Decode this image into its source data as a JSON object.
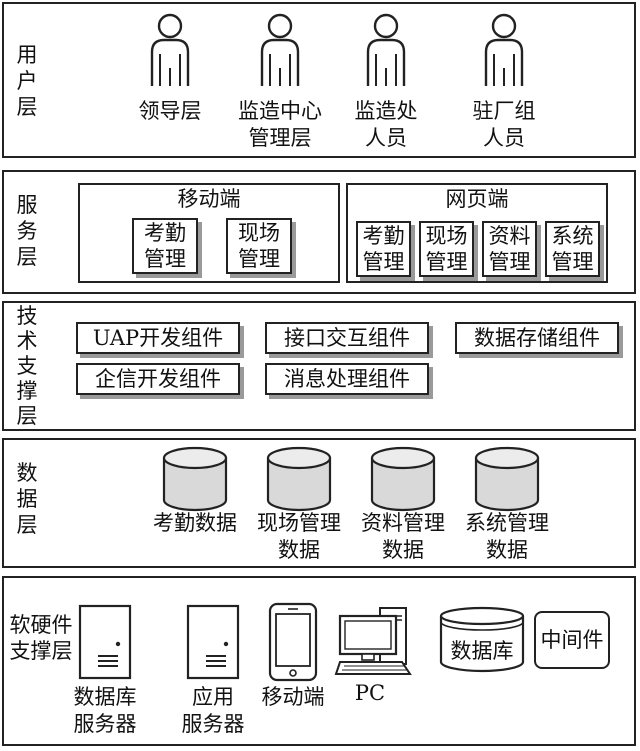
{
  "user_layer": {
    "label": [
      "用",
      "户",
      "层"
    ],
    "users": [
      {
        "lines": [
          "领导层"
        ]
      },
      {
        "lines": [
          "监造中心",
          "管理层"
        ]
      },
      {
        "lines": [
          "监造处",
          "人员"
        ]
      },
      {
        "lines": [
          "驻厂组",
          "人员"
        ]
      }
    ]
  },
  "service_layer": {
    "label": [
      "服",
      "务",
      "层"
    ],
    "mobile": {
      "title": "移动端",
      "modules": [
        [
          "考勤",
          "管理"
        ],
        [
          "现场",
          "管理"
        ]
      ]
    },
    "web": {
      "title": "网页端",
      "modules": [
        [
          "考勤",
          "管理"
        ],
        [
          "现场",
          "管理"
        ],
        [
          "资料",
          "管理"
        ],
        [
          "系统",
          "管理"
        ]
      ]
    }
  },
  "tech_layer": {
    "label": [
      "技",
      "术",
      "支",
      "撑",
      "层"
    ],
    "components": [
      "UAP开发组件",
      "接口交互组件",
      "数据存储组件",
      "企信开发组件",
      "消息处理组件"
    ]
  },
  "data_layer": {
    "label": [
      "数",
      "据",
      "层"
    ],
    "stores": [
      {
        "lines": [
          "考勤数据"
        ]
      },
      {
        "lines": [
          "现场管理",
          "数据"
        ]
      },
      {
        "lines": [
          "资料管理",
          "数据"
        ]
      },
      {
        "lines": [
          "系统管理",
          "数据"
        ]
      }
    ]
  },
  "hw_layer": {
    "label": [
      "软硬件",
      "支撑层"
    ],
    "db_server": [
      "数据库",
      "服务器"
    ],
    "app_server": [
      "应用",
      "服务器"
    ],
    "mobile": "移动端",
    "pc": "PC",
    "database": "数据库",
    "middleware": "中间件"
  }
}
